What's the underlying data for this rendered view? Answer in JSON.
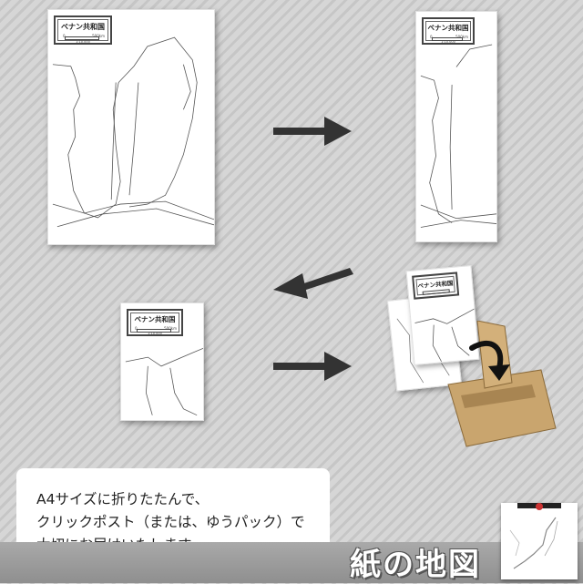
{
  "sheets": {
    "title": "ベナン共和国",
    "scale_zero": "0",
    "scale_max": "500km",
    "scale_ratio": "1:10,000"
  },
  "description": {
    "line1": "A4サイズに折りたたんで、",
    "line2": "クリックポスト（または、ゆうパック）で",
    "line3": "大切にお届けいたします。"
  },
  "footer": {
    "label": "紙の地図"
  },
  "colors": {
    "arrow": "#333333",
    "envelope": "#c9a56e",
    "footer": "#999999"
  }
}
